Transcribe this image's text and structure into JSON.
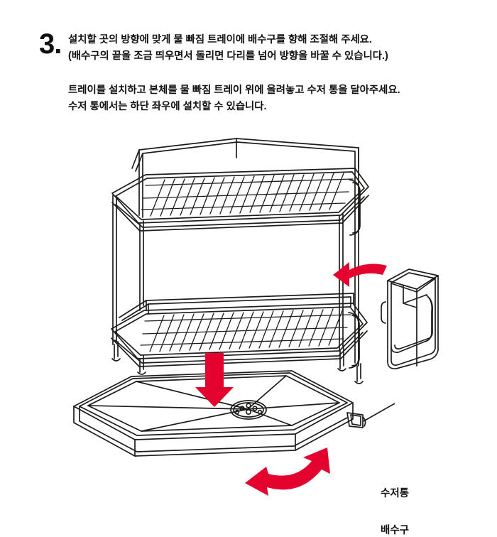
{
  "page": {
    "background_color": "#ffffff",
    "line_color": "#1d1d1b",
    "accent_color": "#e4032e",
    "text_color": "#111111"
  },
  "instructions": {
    "step_number": "3.",
    "primary": [
      "설치할 곳의 방향에 맞게  물 빠짐 트레이에 배수구를 향해  조절해 주세요.",
      "(배수구의 끝을 조금 띄우면서 돌리면 다리를 넘어 방향을 바꿀 수 있습니다.)"
    ],
    "secondary": [
      "트레이를 설치하고 본체를 물 빠짐 트레이 위에 올려놓고  수저 통을 달아주세요.",
      "수저 통에서는 하단 좌우에 설치할 수 있습니다."
    ]
  },
  "illustration": {
    "parts": {
      "rack": "two-tier-dish-rack",
      "tray": "drip-tray",
      "drain_spout": "drain-spout",
      "drain_strainer": "drain-strainer-holes",
      "utensil_holder": "utensil-holder"
    },
    "arrows": [
      {
        "name": "attach-utensil-holder-arrow",
        "style": "curved-single",
        "direction": "left",
        "color": "#e4032e"
      },
      {
        "name": "place-rack-on-tray-arrow",
        "style": "straight-thick",
        "direction": "down",
        "color": "#e4032e"
      },
      {
        "name": "rotate-tray-arrow",
        "style": "curved-double-headed",
        "direction": "left-right",
        "color": "#e4032e"
      }
    ],
    "labels": {
      "utensil_holder": "수저통",
      "drain": "배수구"
    }
  }
}
